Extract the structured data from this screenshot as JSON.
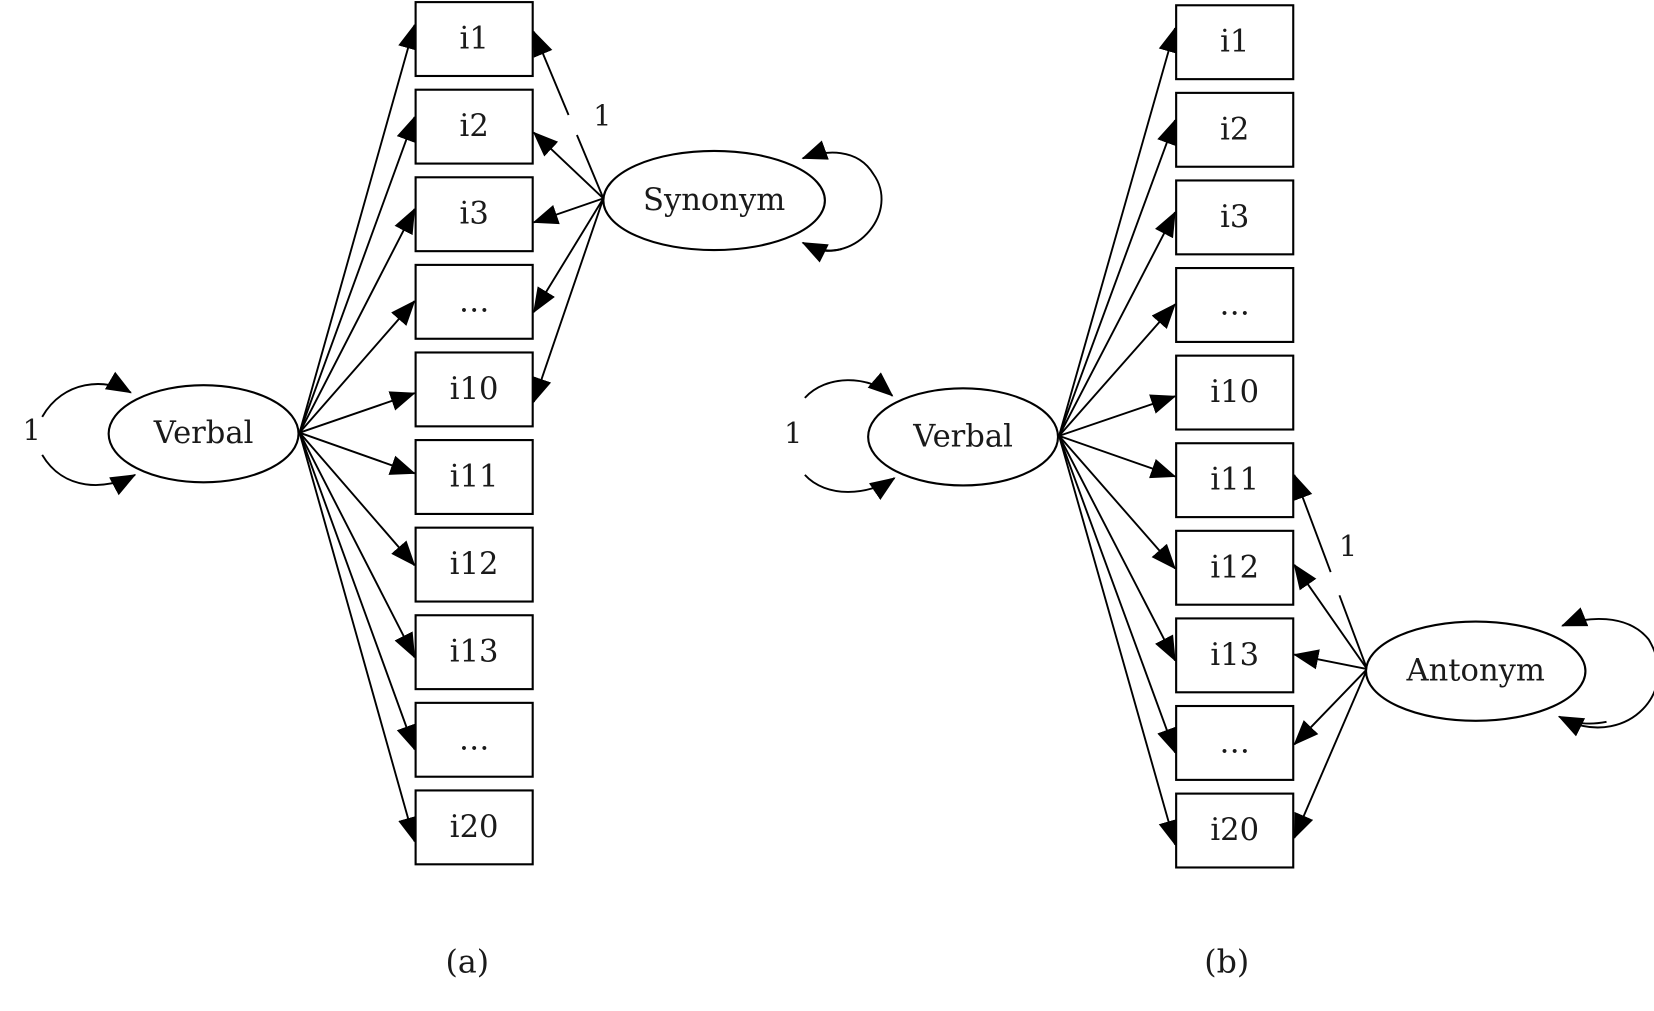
{
  "figure": {
    "panels": [
      {
        "id": "a",
        "caption": "(a)",
        "general_factor": {
          "label": "Verbal",
          "variance_label": "1"
        },
        "specific_factor": {
          "label": "Synonym",
          "fixed_loading_label": "1",
          "loads_on_item_indices": [
            0,
            1,
            2,
            3,
            4
          ]
        },
        "items": [
          "i1",
          "i2",
          "i3",
          "…",
          "i10",
          "i11",
          "i12",
          "i13",
          "…",
          "i20"
        ]
      },
      {
        "id": "b",
        "caption": "(b)",
        "general_factor": {
          "label": "Verbal",
          "variance_label": "1"
        },
        "specific_factor": {
          "label": "Antonym",
          "fixed_loading_label": "1",
          "loads_on_item_indices": [
            5,
            6,
            7,
            8,
            9
          ]
        },
        "items": [
          "i1",
          "i2",
          "i3",
          "…",
          "i10",
          "i11",
          "i12",
          "i13",
          "…",
          "i20"
        ]
      }
    ]
  }
}
